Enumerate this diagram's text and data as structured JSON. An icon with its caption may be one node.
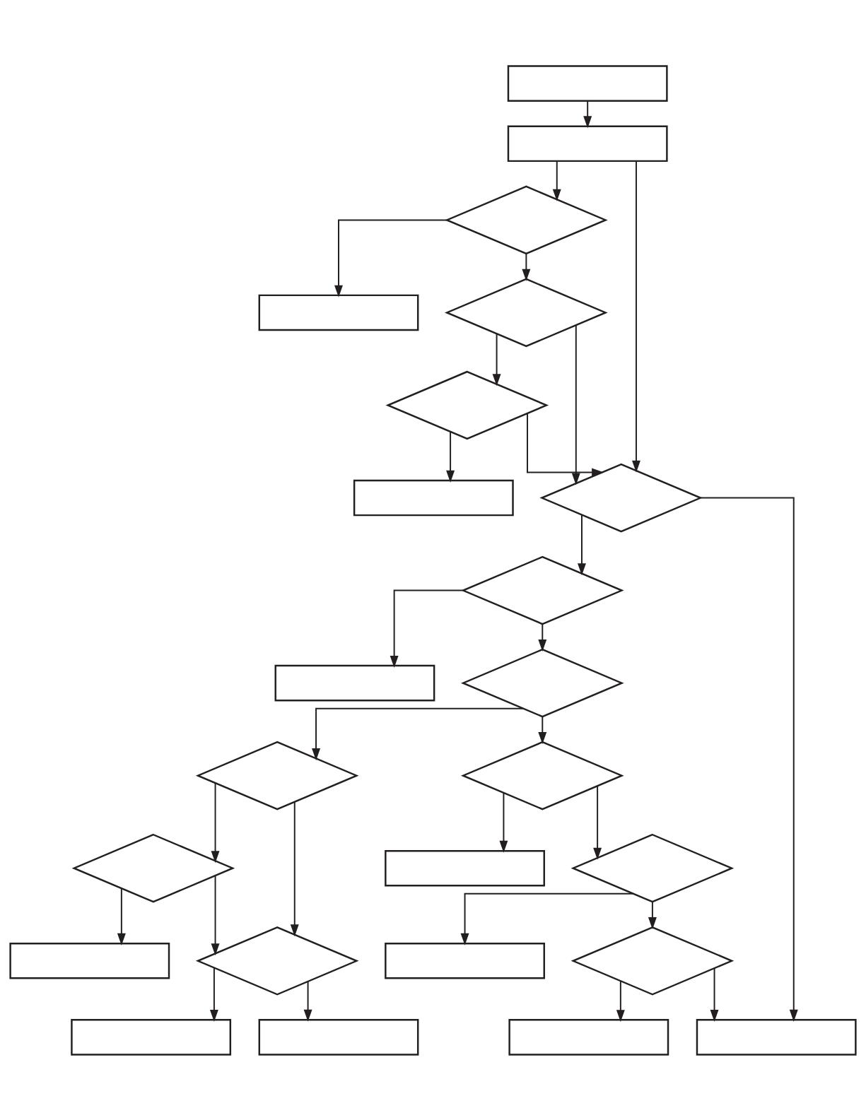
{
  "diagram": {
    "nodes": [
      {
        "text": [],
        "shape": "box"
      },
      {
        "text": [],
        "shape": "box"
      },
      {
        "text": [],
        "shape": "diamond"
      },
      {
        "text": [],
        "shape": "box"
      },
      {
        "text": [],
        "shape": "diamond"
      },
      {
        "text": [],
        "shape": "diamond"
      },
      {
        "text": [],
        "shape": "box"
      },
      {
        "text": [],
        "shape": "diamond"
      },
      {
        "text": [],
        "shape": "diamond"
      },
      {
        "text": [],
        "shape": "box"
      },
      {
        "text": [],
        "shape": "diamond"
      },
      {
        "text": [],
        "shape": "diamond"
      },
      {
        "text": [],
        "shape": "diamond"
      },
      {
        "text": [],
        "shape": "box"
      },
      {
        "text": [],
        "shape": "diamond"
      },
      {
        "text": [],
        "shape": "box"
      },
      {
        "text": [],
        "shape": "box"
      },
      {
        "text": [],
        "shape": "diamond"
      },
      {
        "text": [],
        "shape": "box"
      },
      {
        "text": [],
        "shape": "diamond"
      },
      {
        "text": [],
        "shape": "box"
      },
      {
        "text": [],
        "shape": "diamond"
      },
      {
        "text": [],
        "shape": "box"
      },
      {
        "text": [],
        "shape": "box"
      }
    ],
    "edges": [
      {
        "from": 0,
        "to": 1,
        "arrow": "to"
      },
      {
        "from": 1,
        "to": 2,
        "arrow": "to"
      },
      {
        "from": 2,
        "to": 3,
        "arrow": "to"
      },
      {
        "from": 2,
        "to": 4,
        "arrow": "to"
      },
      {
        "from": 4,
        "to": 5,
        "arrow": "to"
      },
      {
        "from": 5,
        "to": 6,
        "arrow": "to"
      },
      {
        "from": 1,
        "to": 7,
        "arrow": "to"
      },
      {
        "from": 4,
        "to": 7,
        "arrow": "to"
      },
      {
        "from": 5,
        "to": 7,
        "arrow": "to"
      },
      {
        "from": 7,
        "to": 8,
        "arrow": "to"
      },
      {
        "from": 8,
        "to": 9,
        "arrow": "to"
      },
      {
        "from": 8,
        "to": 10,
        "arrow": "to"
      },
      {
        "from": 10,
        "to": 11,
        "arrow": "to"
      },
      {
        "from": 11,
        "to": 12,
        "arrow": "to"
      },
      {
        "from": 12,
        "to": 13,
        "arrow": "to"
      },
      {
        "from": 11,
        "to": 14,
        "arrow": "to"
      },
      {
        "from": 12,
        "to": 14,
        "arrow": "to"
      },
      {
        "from": 14,
        "to": 15,
        "arrow": "to"
      },
      {
        "from": 14,
        "to": 16,
        "arrow": "to"
      },
      {
        "from": 10,
        "to": 17,
        "arrow": "to"
      },
      {
        "from": 17,
        "to": 18,
        "arrow": "to"
      },
      {
        "from": 17,
        "to": 19,
        "arrow": "to"
      },
      {
        "from": 19,
        "to": 20,
        "arrow": "to"
      },
      {
        "from": 19,
        "to": 21,
        "arrow": "to"
      },
      {
        "from": 21,
        "to": 22,
        "arrow": "to"
      },
      {
        "from": 7,
        "to": 23,
        "arrow": "to"
      },
      {
        "from": 21,
        "to": 23,
        "arrow": "to"
      }
    ]
  }
}
